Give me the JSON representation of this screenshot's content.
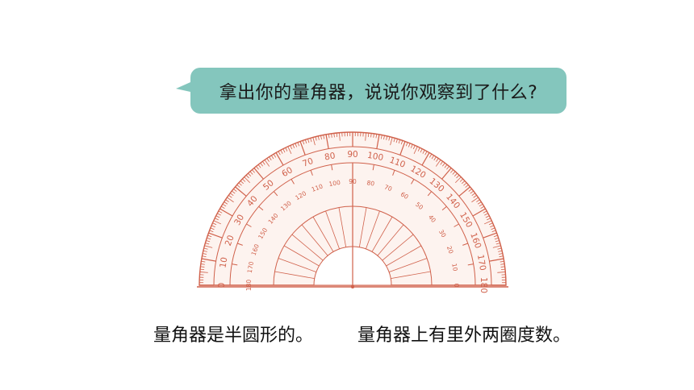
{
  "bubble": {
    "text": "拿出你的量角器，说说你观察到了什么?"
  },
  "protractor": {
    "outer_labels": [
      "0",
      "10",
      "20",
      "30",
      "40",
      "50",
      "60",
      "70",
      "80",
      "90",
      "100",
      "110",
      "120",
      "130",
      "140",
      "150",
      "160",
      "170",
      "180"
    ],
    "inner_labels": [
      "180",
      "170",
      "160",
      "150",
      "140",
      "130",
      "120",
      "110",
      "100",
      "90",
      "80",
      "70",
      "60",
      "50",
      "40",
      "30",
      "20",
      "10",
      "0"
    ],
    "color": "#d0614b"
  },
  "captions": {
    "left": "量角器是半圆形的。",
    "right": "量角器上有里外两圈度数。"
  }
}
